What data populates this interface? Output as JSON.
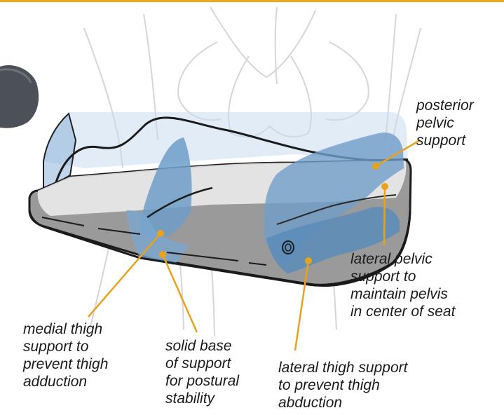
{
  "colors": {
    "top_border": "#f3a81c",
    "leader_line": "#e8a21b",
    "support_blue": "#6f9ec8",
    "cushion_gray": "#8e8e8e",
    "label_text": "#1a1a1a"
  },
  "labels": {
    "posterior_pelvic": "posterior\npelvic\nsupport",
    "lateral_pelvic": "lateral pelvic\nsupport to\nmaintain pelvis\nin center of seat",
    "medial_thigh": "medial thigh\nsupport to\nprevent thigh\nadduction",
    "solid_base": "solid base\nof support\nfor postural\nstability",
    "lateral_thigh": "lateral thigh support\nto prevent thigh\nabduction"
  }
}
